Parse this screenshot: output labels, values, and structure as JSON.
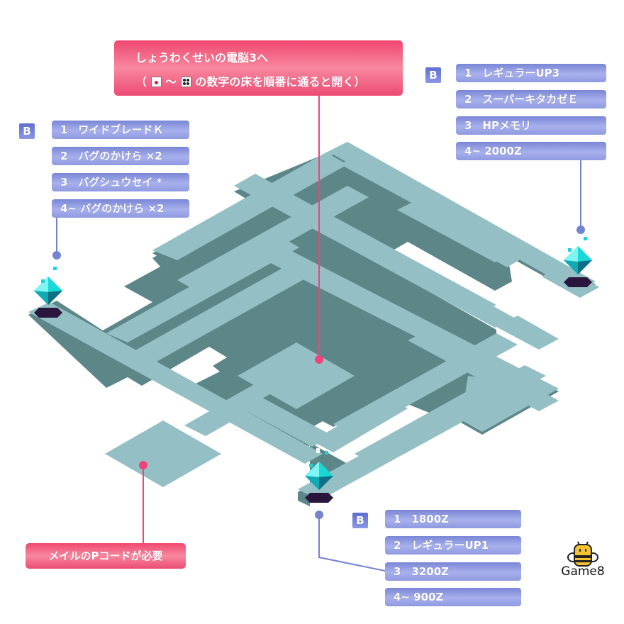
{
  "title_note": {
    "line1": "しょうわくせいの電脳3へ",
    "line2_prefix": "（",
    "line2_tilde": "〜",
    "line2_suffix": "の数字の床を順番に通ると開く）",
    "die_start": "1",
    "die_end": "4"
  },
  "bottom_note": {
    "text": "メイルのPコードが必要"
  },
  "chest_lists": [
    {
      "id": "left",
      "badge": "B",
      "items": [
        "1　ワイドブレードＫ",
        "2　バグのかけら ×2",
        "3　バグシュウセイ *",
        "4~ バグのかけら ×2"
      ]
    },
    {
      "id": "right",
      "badge": "B",
      "items": [
        "1　レギュラーUP3",
        "2　スーパーキタカゼＥ",
        "3　HPメモリ",
        "4~ 2000Z"
      ]
    },
    {
      "id": "bottom",
      "badge": "B",
      "items": [
        "1　1800Z",
        "2　レギュラーUP1",
        "3　3200Z",
        "4~ 900Z"
      ]
    }
  ],
  "markers": {
    "warp_icon": "hex-warp-pad-icon",
    "crystal_icon": "cyan-crystal-icon",
    "pin_color_pink": "#f0437a",
    "pin_color_blue": "#7383d0"
  },
  "colors": {
    "floor": "#94bfc4",
    "floor_edge": "#5d8689",
    "pill": "#8f99e0",
    "pink": "#f0476f",
    "warp": "#2a163d",
    "crystal": "#1fd4d4"
  },
  "logo": {
    "text": "Game8"
  }
}
